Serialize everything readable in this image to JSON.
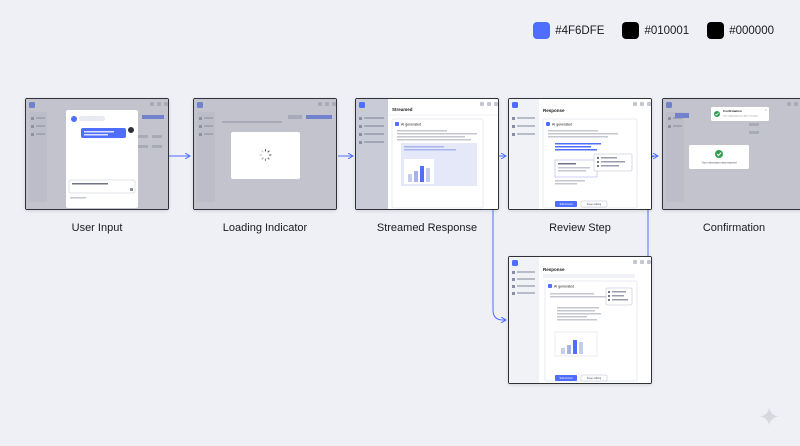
{
  "legend": [
    {
      "label": "#4F6DFE",
      "color": "#4F6DFE"
    },
    {
      "label": "#010001",
      "color": "#010001"
    },
    {
      "label": "#000000",
      "color": "#000000"
    }
  ],
  "steps": {
    "user_input": {
      "caption": "User Input"
    },
    "loading_indicator": {
      "caption": "Loading Indicator"
    },
    "streamed_response": {
      "caption": "Streamed Response",
      "panel_title": "Streamed",
      "card_label": "AI generated"
    },
    "review_step": {
      "caption": "Review Step",
      "panel_title": "Response",
      "card_label": "AI generated",
      "primary_button": "Submit text",
      "secondary_button": "Keep editing"
    },
    "review_step_variant": {
      "panel_title": "Response",
      "card_label": "AI generated",
      "primary_button": "Submit text",
      "secondary_button": "Keep editing"
    },
    "confirmation": {
      "caption": "Confirmation",
      "toast_title": "Confirmation",
      "toast_text": "Your submission has been received",
      "dialog_text": "Your submission was received"
    }
  },
  "colors": {
    "accent": "#4F6DFE",
    "dark": "#010001",
    "frame_border": "#2f3138",
    "overlay": "#9a9dae",
    "connector": "#4F6DFE"
  }
}
